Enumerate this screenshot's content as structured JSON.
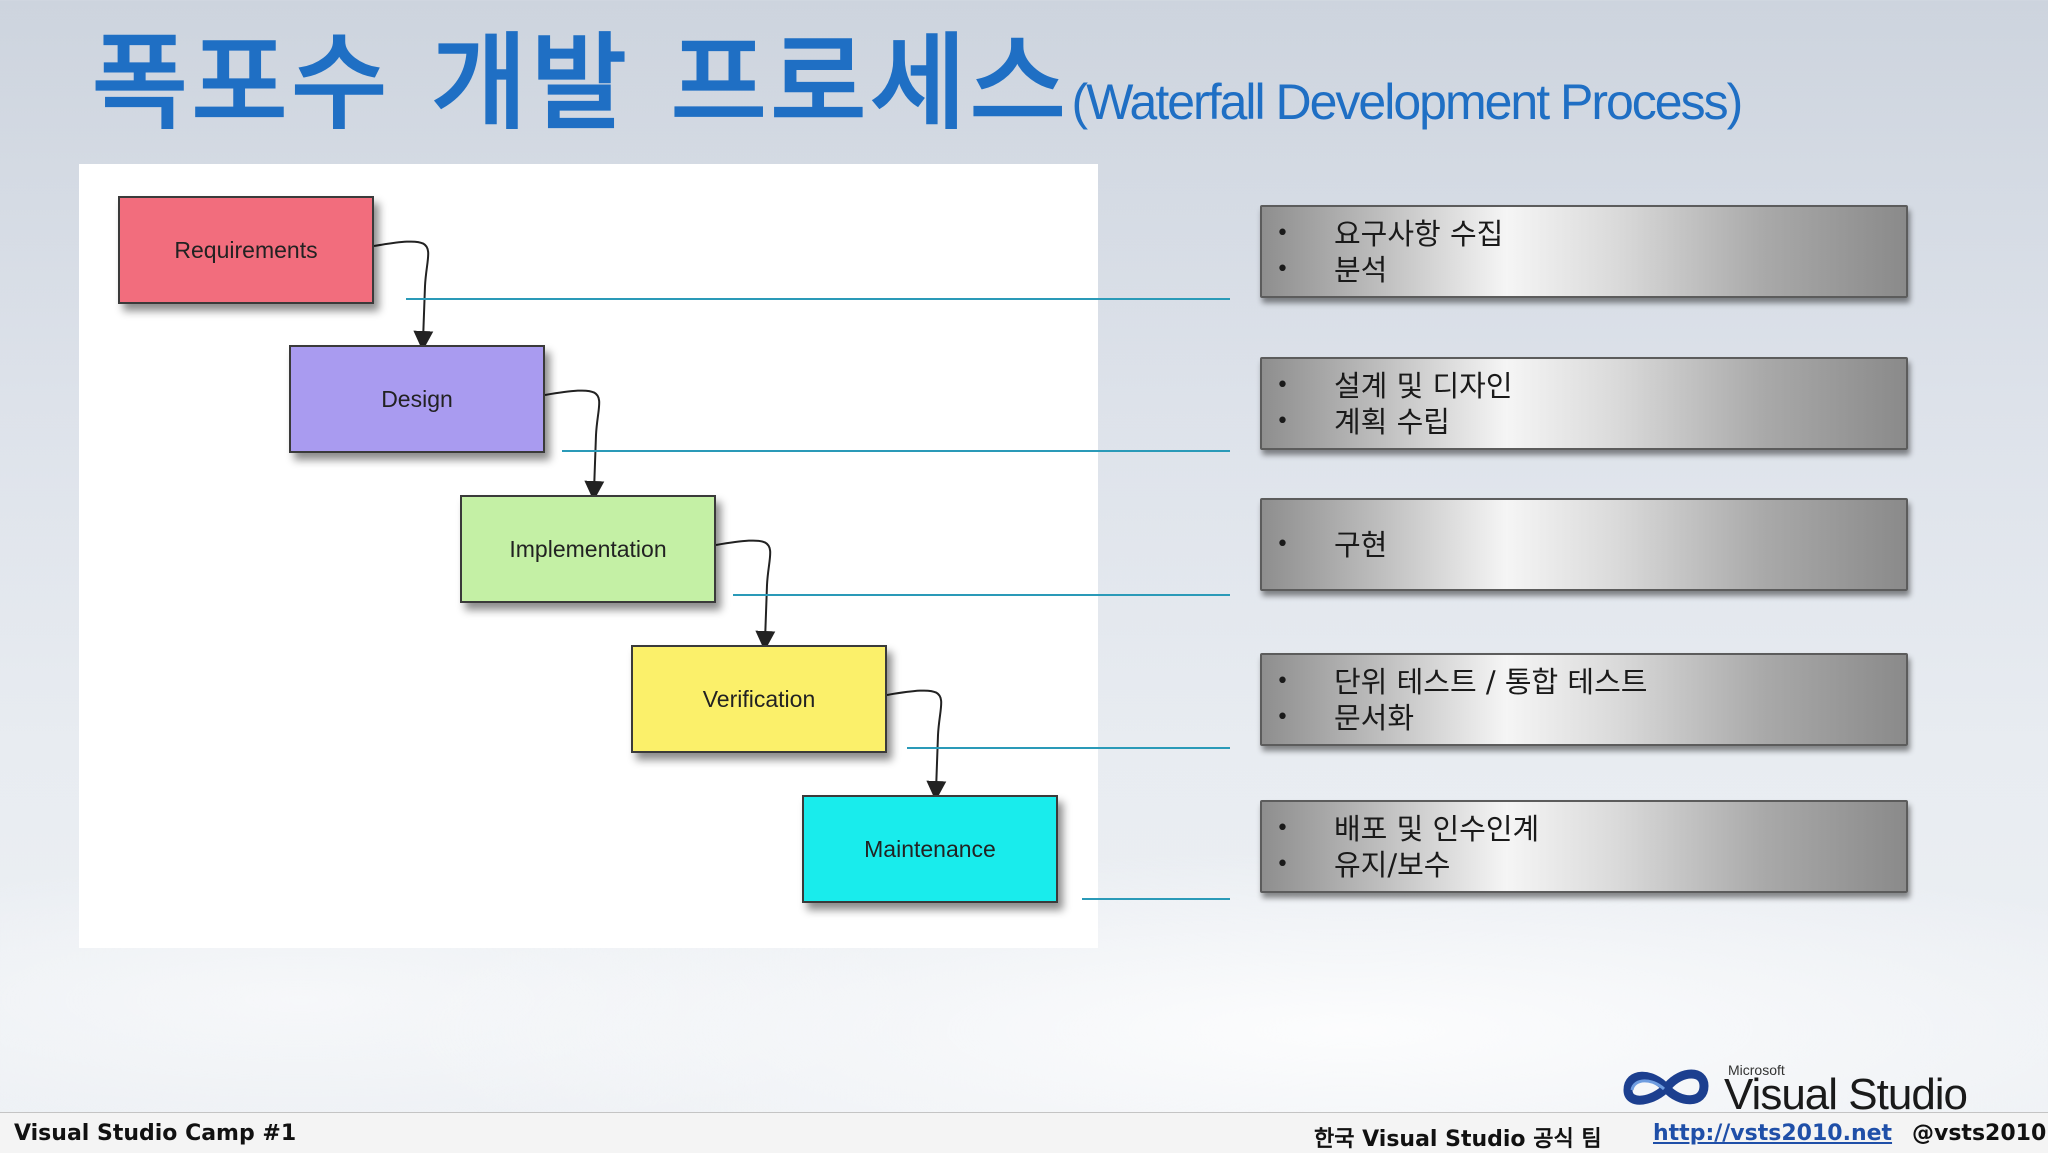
{
  "title": {
    "korean": "폭포수 개발 프로세스",
    "english": "(Waterfall Development Process)"
  },
  "phases": [
    {
      "label": "Requirements",
      "color": "#f26d7d"
    },
    {
      "label": "Design",
      "color": "#a99bf0"
    },
    {
      "label": "Implementation",
      "color": "#c4f0a5"
    },
    {
      "label": "Verification",
      "color": "#fbf06a"
    },
    {
      "label": "Maintenance",
      "color": "#19ecec"
    }
  ],
  "connector_color": "#2a9ab8",
  "bullet_boxes": [
    {
      "items": [
        "요구사항 수집",
        "분석"
      ]
    },
    {
      "items": [
        "설계 및 디자인",
        "계획 수립"
      ]
    },
    {
      "items": [
        "구현"
      ]
    },
    {
      "items": [
        "단위 테스트 / 통합 테스트",
        "문서화"
      ]
    },
    {
      "items": [
        "배포 및 인수인계",
        "유지/보수"
      ]
    }
  ],
  "bullet_symbol": "•",
  "logo": {
    "company": "Microsoft",
    "product": "Visual Studio",
    "icon": "visual-studio-infinity-icon"
  },
  "footer": {
    "left": "Visual Studio Camp #1",
    "team": "한국 Visual Studio 공식 팀",
    "url": "http://vsts2010.net",
    "handle": "@vsts2010"
  }
}
